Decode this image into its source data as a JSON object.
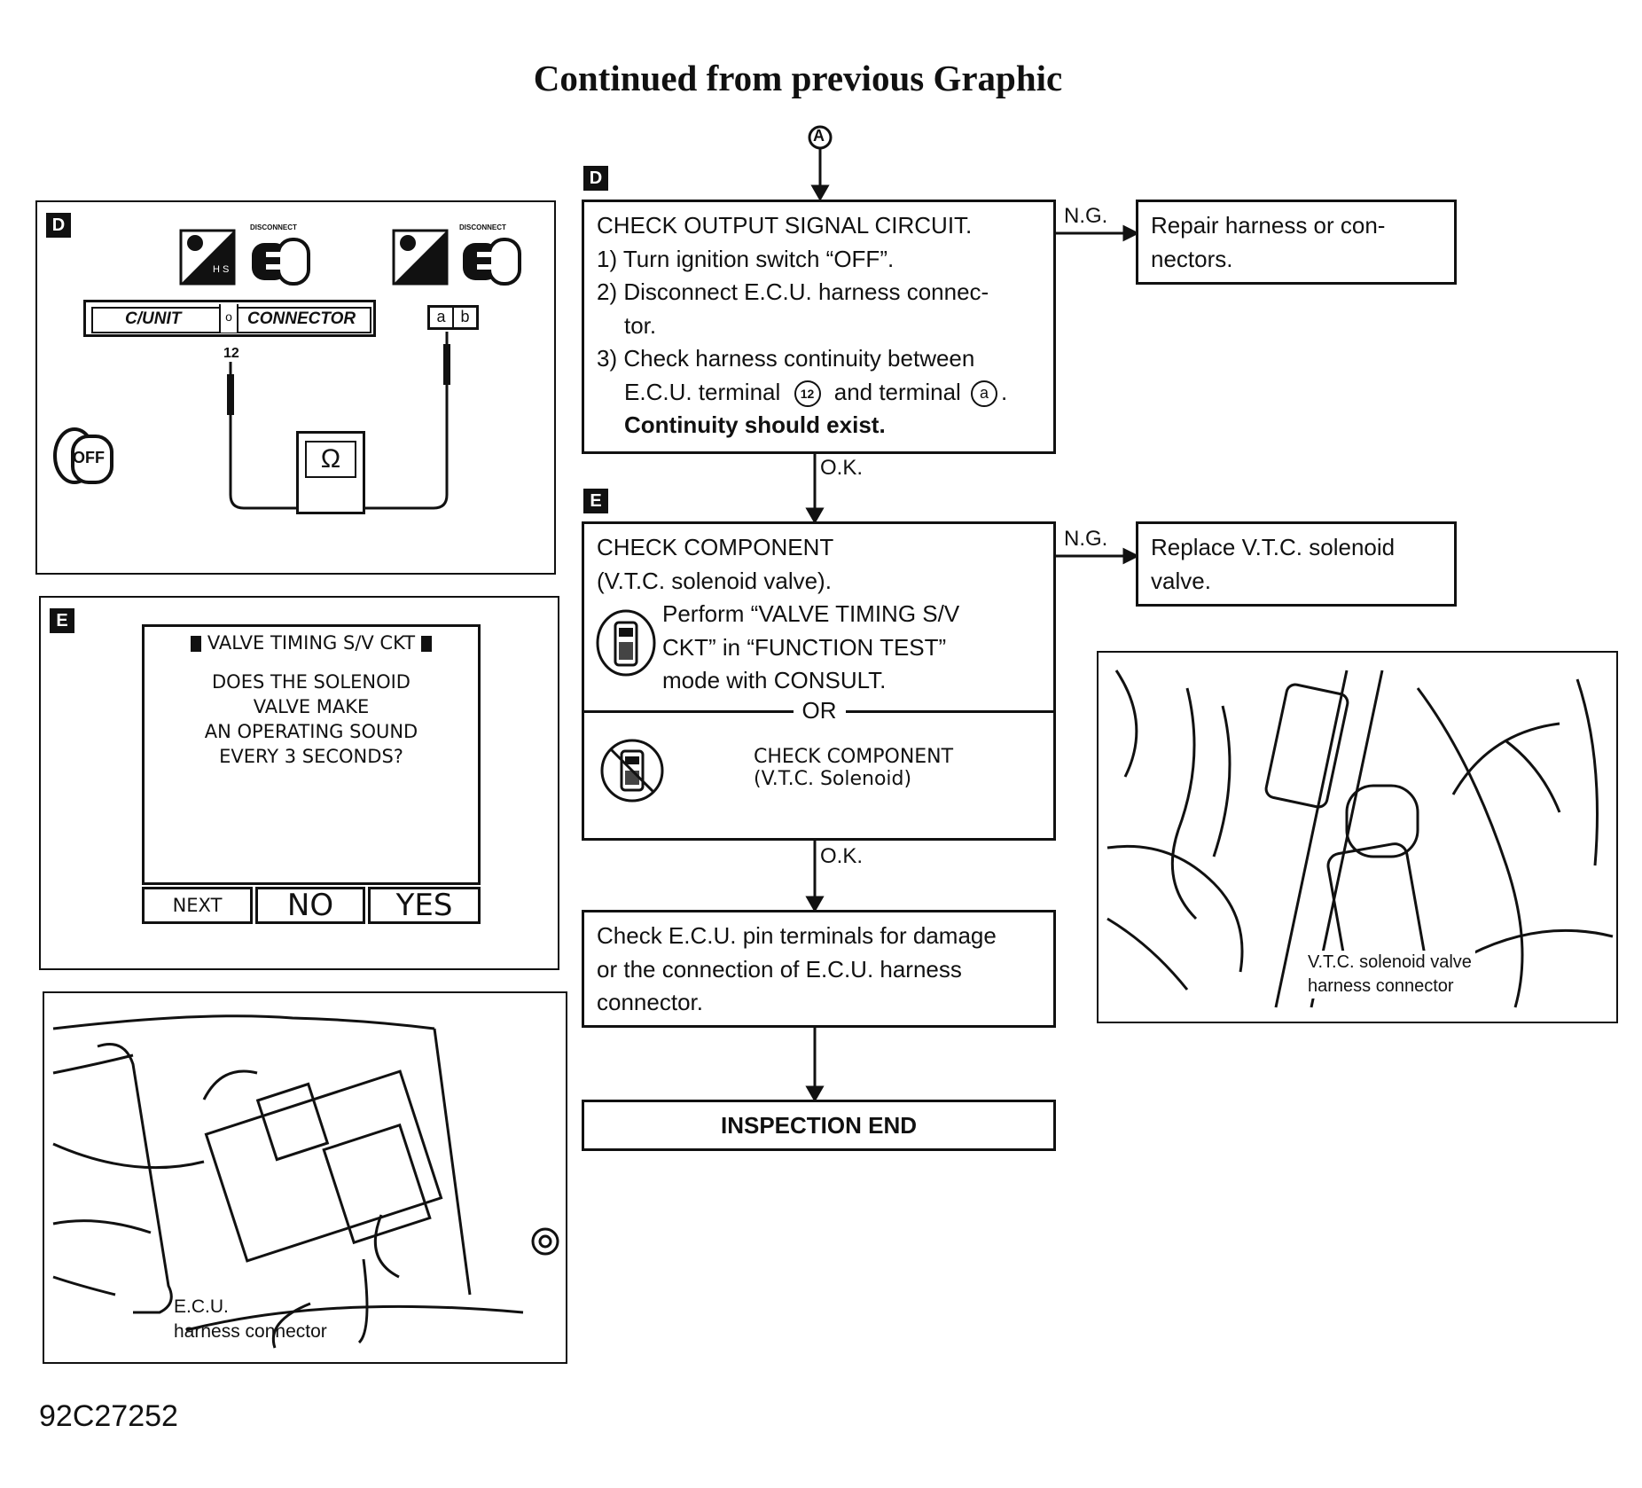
{
  "header": {
    "title": "Continued from previous Graphic",
    "connector_label": "A"
  },
  "tags": {
    "d": "D",
    "e": "E"
  },
  "step_d": {
    "heading": "CHECK OUTPUT SIGNAL CIRCUIT.",
    "line1": "1) Turn ignition switch “OFF”.",
    "line2a": "2) Disconnect E.C.U. harness connec-",
    "line2b": "tor.",
    "line3a": "3) Check harness continuity between",
    "line3b_pre": "E.C.U. terminal",
    "terminal_num": "12",
    "line3b_mid": "and terminal",
    "terminal_letter": "a",
    "line3b_end": ".",
    "line4": "Continuity should exist."
  },
  "step_d_ng": {
    "label": "N.G.",
    "text_a": "Repair harness or con-",
    "text_b": "nectors."
  },
  "step_d_ok": "O.K.",
  "step_e": {
    "heading": "CHECK COMPONENT",
    "subheading": "(V.T.C. solenoid valve).",
    "consult_a": "Perform “VALVE TIMING S/V",
    "consult_b": "CKT” in “FUNCTION TEST”",
    "consult_c": "mode with CONSULT.",
    "or": "OR",
    "alt_a": "CHECK COMPONENT",
    "alt_b": "(V.T.C. Solenoid)"
  },
  "step_e_ng": {
    "label": "N.G.",
    "text_a": "Replace V.T.C. solenoid",
    "text_b": "valve."
  },
  "step_e_ok": "O.K.",
  "step_f": {
    "line1": "Check E.C.U. pin terminals for damage",
    "line2": "or the connection of E.C.U. harness",
    "line3": "connector."
  },
  "end_box": "INSPECTION END",
  "fig_d": {
    "unit_label": "C/UNIT",
    "connector_label": "CONNECTOR",
    "terminal_label": "12",
    "connector_pins": [
      "a",
      "b"
    ],
    "meter_symbol": "Ω",
    "ignition_label": "OFF",
    "disconnect_label": "DISCONNECT",
    "switch_letters": "H S"
  },
  "fig_e": {
    "screen_title": "VALVE TIMING S/V CKT",
    "question_1": "DOES THE SOLENOID",
    "question_2": "VALVE MAKE",
    "question_3": "AN OPERATING SOUND",
    "question_4": "EVERY 3 SECONDS?",
    "btn_next": "NEXT",
    "btn_no": "NO",
    "btn_yes": "YES"
  },
  "fig_ecu": {
    "label_a": "E.C.U.",
    "label_b": "harness connector"
  },
  "fig_vtc": {
    "label_a": "V.T.C. solenoid valve",
    "label_b": "harness connector"
  },
  "figure_id": "92C27252",
  "colors": {
    "ink": "#111111",
    "paper": "#ffffff"
  }
}
